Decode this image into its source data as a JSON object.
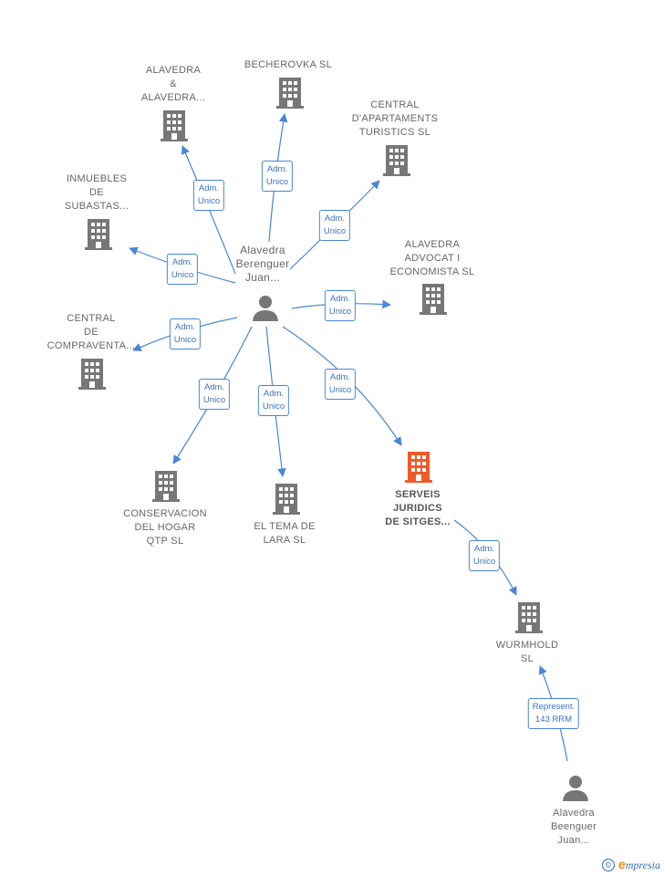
{
  "colors": {
    "edge": "#4a86d4",
    "building": "#777777",
    "focus": "#f05a28",
    "person": "#777777"
  },
  "nodes": [
    {
      "id": "alavedra-alavedra",
      "label": "ALAVEDRA\n&\nALAVEDRA...",
      "type": "company"
    },
    {
      "id": "becherovka",
      "label": "BECHEROVKA SL",
      "type": "company"
    },
    {
      "id": "central-apartaments",
      "label": "CENTRAL\nD'APARTAMENTS\nTURISTICS SL",
      "type": "company"
    },
    {
      "id": "inmuebles-subastas",
      "label": "INMUEBLES\nDE\nSUBASTAS...",
      "type": "company"
    },
    {
      "id": "alavedra-advocat",
      "label": "ALAVEDRA\nADVOCAT I\nECONOMISTA SL",
      "type": "company"
    },
    {
      "id": "central-compraventa",
      "label": "CENTRAL\nDE\nCOMPRAVENTA...",
      "type": "company"
    },
    {
      "id": "conservacion-hogar",
      "label": "CONSERVACION\nDEL HOGAR\nQTP  SL",
      "type": "company"
    },
    {
      "id": "el-tema-de-lara",
      "label": "EL TEMA DE\nLARA SL",
      "type": "company"
    },
    {
      "id": "serveis-juridics",
      "label": "SERVEIS\nJURIDICS\nDE SITGES...",
      "type": "focus"
    },
    {
      "id": "wurmhold",
      "label": "WURMHOLD\nSL",
      "type": "company"
    },
    {
      "id": "person-main",
      "label": "Alavedra\nBerenguer\nJuan...",
      "type": "person"
    },
    {
      "id": "person-2",
      "label": "Alavedra\nBeenguer\nJuan...",
      "type": "person"
    }
  ],
  "edges": [
    {
      "id": "e1",
      "label": "Adm.\nUnico"
    },
    {
      "id": "e2",
      "label": "Adm.\nUnico"
    },
    {
      "id": "e3",
      "label": "Adm.\nUnico"
    },
    {
      "id": "e4",
      "label": "Adm.\nUnico"
    },
    {
      "id": "e5",
      "label": "Adm.\nUnico"
    },
    {
      "id": "e6",
      "label": "Adm.\nUnico"
    },
    {
      "id": "e7",
      "label": "Adm.\nUnico"
    },
    {
      "id": "e8",
      "label": "Adm.\nUnico"
    },
    {
      "id": "e9",
      "label": "Adm.\nUnico"
    },
    {
      "id": "e10",
      "label": "Adm.\nUnico"
    },
    {
      "id": "e11",
      "label": "Represent.\n143 RRM"
    }
  ],
  "footer": {
    "copyright_symbol": "©",
    "brand_initial": "e",
    "brand_rest": "mpresia"
  }
}
